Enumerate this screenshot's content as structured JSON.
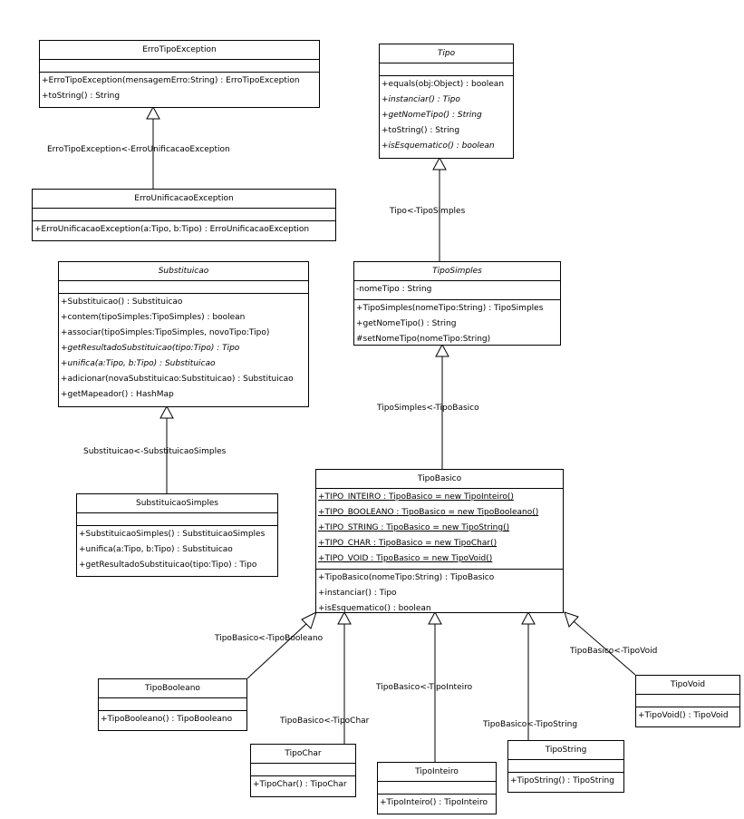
{
  "classes": {
    "erroTipoException": {
      "name": "ErroTipoException",
      "attributes": [],
      "operations": [
        "+ErroTipoException(mensagemErro:String) : ErroTipoException",
        "+toString() : String"
      ]
    },
    "erroUnificacaoException": {
      "name": "ErroUnificacaoException",
      "attributes": [],
      "operations": [
        "+ErroUnificacaoException(a:Tipo, b:Tipo) : ErroUnificacaoException"
      ]
    },
    "tipo": {
      "name": "Tipo",
      "attributes": [],
      "operations": [
        "+equals(obj:Object) : boolean",
        "+instanciar() : Tipo",
        "+getNomeTipo() : String",
        "+toString() : String",
        "+isEsquematico() : boolean"
      ]
    },
    "tipoSimples": {
      "name": "TipoSimples",
      "attributes": [
        "-nomeTipo : String"
      ],
      "operations": [
        "+TipoSimples(nomeTipo:String) : TipoSimples",
        "+getNomeTipo() : String",
        "#setNomeTipo(nomeTipo:String)"
      ]
    },
    "substituicao": {
      "name": "Substituicao",
      "attributes": [],
      "operations": [
        "+Substituicao() : Substituicao",
        "+contem(tipoSimples:TipoSimples) : boolean",
        "+associar(tipoSimples:TipoSimples, novoTipo:Tipo)",
        "+getResultadoSubstituicao(tipo:Tipo) : Tipo",
        "+unifica(a:Tipo, b:Tipo) : Substituicao",
        "+adicionar(novaSubstituicao:Substituicao) : Substituicao",
        "+getMapeador() : HashMap"
      ]
    },
    "substituicaoSimples": {
      "name": "SubstituicaoSimples",
      "attributes": [],
      "operations": [
        "+SubstituicaoSimples() : SubstituicaoSimples",
        "+unifica(a:Tipo, b:Tipo) : Substituicao",
        "+getResultadoSubstituicao(tipo:Tipo) : Tipo"
      ]
    },
    "tipoBasico": {
      "name": "TipoBasico",
      "attributes": [
        "+TIPO_INTEIRO : TipoBasico = new TipoInteiro()",
        "+TIPO_BOOLEANO : TipoBasico = new TipoBooleano()",
        "+TIPO_STRING : TipoBasico = new TipoString()",
        "+TIPO_CHAR : TipoBasico = new TipoChar()",
        "+TIPO_VOID : TipoBasico = new TipoVoid()"
      ],
      "operations": [
        "+TipoBasico(nomeTipo:String) : TipoBasico",
        "+instanciar() : Tipo",
        "+isEsquematico() : boolean"
      ]
    },
    "tipoBooleano": {
      "name": "TipoBooleano",
      "attributes": [],
      "operations": [
        "+TipoBooleano() : TipoBooleano"
      ]
    },
    "tipoChar": {
      "name": "TipoChar",
      "attributes": [],
      "operations": [
        "+TipoChar() : TipoChar"
      ]
    },
    "tipoInteiro": {
      "name": "TipoInteiro",
      "attributes": [],
      "operations": [
        "+TipoInteiro() : TipoInteiro"
      ]
    },
    "tipoString": {
      "name": "TipoString",
      "attributes": [],
      "operations": [
        "+TipoString() : TipoString"
      ]
    },
    "tipoVoid": {
      "name": "TipoVoid",
      "attributes": [],
      "operations": [
        "+TipoVoid() : TipoVoid"
      ]
    }
  },
  "edge_labels": {
    "erroTipo_erroUnificacao": "ErroTipoException<-ErroUnificacaoException",
    "tipo_tipoSimples": "Tipo<-TipoSimples",
    "tipoSimples_tipoBasico": "TipoSimples<-TipoBasico",
    "substituicao_substituicaoSimples": "Substituicao<-SubstituicaoSimples",
    "tipoBasico_tipoBooleano": "TipoBasico<-TipoBooleano",
    "tipoBasico_tipoChar": "TipoBasico<-TipoChar",
    "tipoBasico_tipoInteiro": "TipoBasico<-TipoInteiro",
    "tipoBasico_tipoString": "TipoBasico<-TipoString",
    "tipoBasico_tipoVoid": "TipoBasico<-TipoVoid"
  }
}
